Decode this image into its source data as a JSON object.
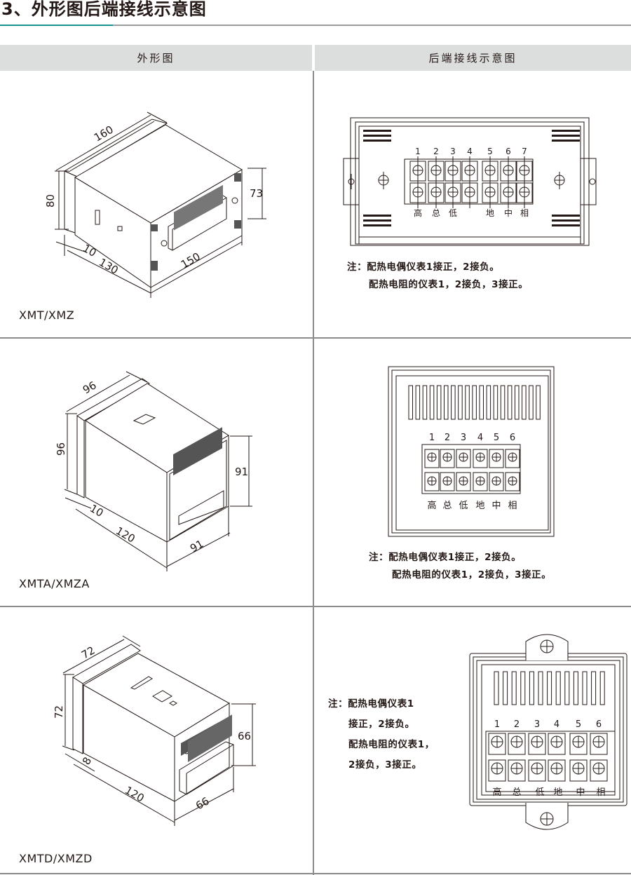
{
  "page": {
    "section_title": "3、外形图后端接线示意图",
    "col_headers": [
      "外形图",
      "后端接线示意图"
    ],
    "accent_color": "#16938f",
    "header_bg": "#dcdddd"
  },
  "rows": [
    {
      "model": "XMT/XMZ",
      "dims": {
        "width": "160",
        "height": "80",
        "panel": "10",
        "depth": "130",
        "rear_w": "150",
        "rear_h": "73"
      },
      "terminal_numbers": [
        "1",
        "2",
        "3",
        "4",
        "5",
        "6",
        "7"
      ],
      "terminal_labels": [
        "高",
        "总",
        "低",
        "",
        "地",
        "中",
        "相"
      ],
      "note": [
        "注：配热电偶仪表1接正，2接负。",
        "配热电阻的仪表1，2接负，3接正。"
      ]
    },
    {
      "model": "XMTA/XMZA",
      "dims": {
        "width": "96",
        "height": "96",
        "panel": "10",
        "depth": "120",
        "rear_w": "91",
        "rear_h": "91"
      },
      "terminal_numbers": [
        "1",
        "2",
        "3",
        "4",
        "5",
        "6"
      ],
      "terminal_labels": [
        "高",
        "总",
        "低",
        "地",
        "中",
        "相"
      ],
      "note": [
        "注：配热电偶仪表1接正，2接负。",
        "配热电阻的仪表1，2接负，3接正。"
      ]
    },
    {
      "model": "XMTD/XMZD",
      "dims": {
        "width": "72",
        "height": "72",
        "panel": "8",
        "depth": "120",
        "rear_w": "66",
        "rear_h": "66"
      },
      "terminal_numbers": [
        "1",
        "2",
        "3",
        "4",
        "5",
        "6"
      ],
      "terminal_labels": [
        "高",
        "总",
        "低",
        "地",
        "中",
        "相"
      ],
      "note": [
        "注：配热电偶仪表1",
        "接正，2接负。",
        "配热电阻的仪表1，",
        "2接负，3接正。"
      ]
    }
  ]
}
